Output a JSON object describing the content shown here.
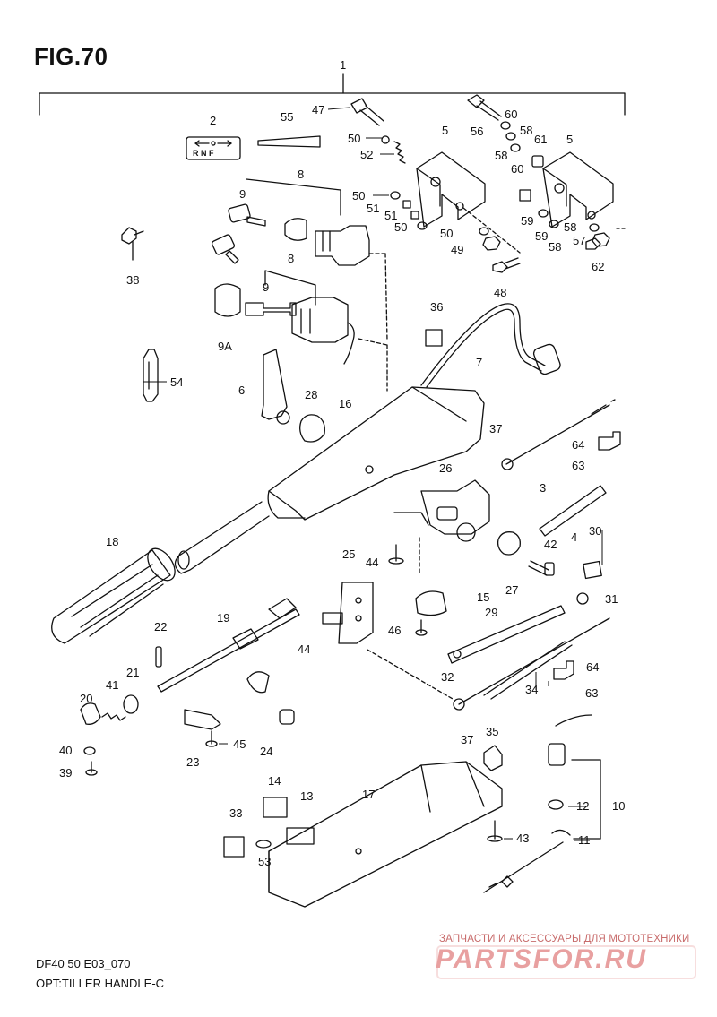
{
  "figure": {
    "title": "FIG.70"
  },
  "footer": {
    "code": "DF40 50 E03_070",
    "subtitle": "OPT:TILLER HANDLE-C"
  },
  "watermark": {
    "top_text": "ЗАПЧАСТИ И АКСЕССУАРЫ ДЛЯ МОТОТЕХНИКИ",
    "logo_text": "PARTSFOR.RU"
  },
  "decal_letters": "R N F",
  "callouts": {
    "c1": "1",
    "c2": "2",
    "c55": "55",
    "c47": "47",
    "c50a": "50",
    "c52": "52",
    "c5a": "5",
    "c56": "56",
    "c60a": "60",
    "c58a": "58",
    "c58b": "58",
    "c61": "61",
    "c60b": "60",
    "c5b": "5",
    "c8a": "8",
    "c9a": "9",
    "c50b": "50",
    "c51a": "51",
    "c51b": "51",
    "c50c": "50",
    "c50d": "50",
    "c49": "49",
    "c59a": "59",
    "c59b": "59",
    "c58c": "58",
    "c58d": "58",
    "c57": "57",
    "c62": "62",
    "c38": "38",
    "c48": "48",
    "c8b": "8",
    "c9b": "9",
    "c9A": "9A",
    "c36": "36",
    "c7": "7",
    "c54": "54",
    "c6": "6",
    "c28": "28",
    "c16": "16",
    "c37a": "37",
    "c64a": "64",
    "c63a": "63",
    "c3": "3",
    "c26": "26",
    "c18": "18",
    "c4": "4",
    "c30": "30",
    "c42": "42",
    "c44a": "44",
    "c25": "25",
    "c27": "27",
    "c15": "15",
    "c31": "31",
    "c22": "22",
    "c19": "19",
    "c29": "29",
    "c46": "46",
    "c44b": "44",
    "c21": "21",
    "c41": "41",
    "c20": "20",
    "c32": "32",
    "c64b": "64",
    "c34": "34",
    "c63b": "63",
    "c40": "40",
    "c23": "23",
    "c45": "45",
    "c24": "24",
    "c37b": "37",
    "c35": "35",
    "c39": "39",
    "c10": "10",
    "c12": "12",
    "c14": "14",
    "c13": "13",
    "c17": "17",
    "c33": "33",
    "c43": "43",
    "c11": "11",
    "c53": "53"
  },
  "colors": {
    "line": "#111111",
    "watermark": "#c86b6b",
    "watermark_logo": "#e8a0a0"
  }
}
